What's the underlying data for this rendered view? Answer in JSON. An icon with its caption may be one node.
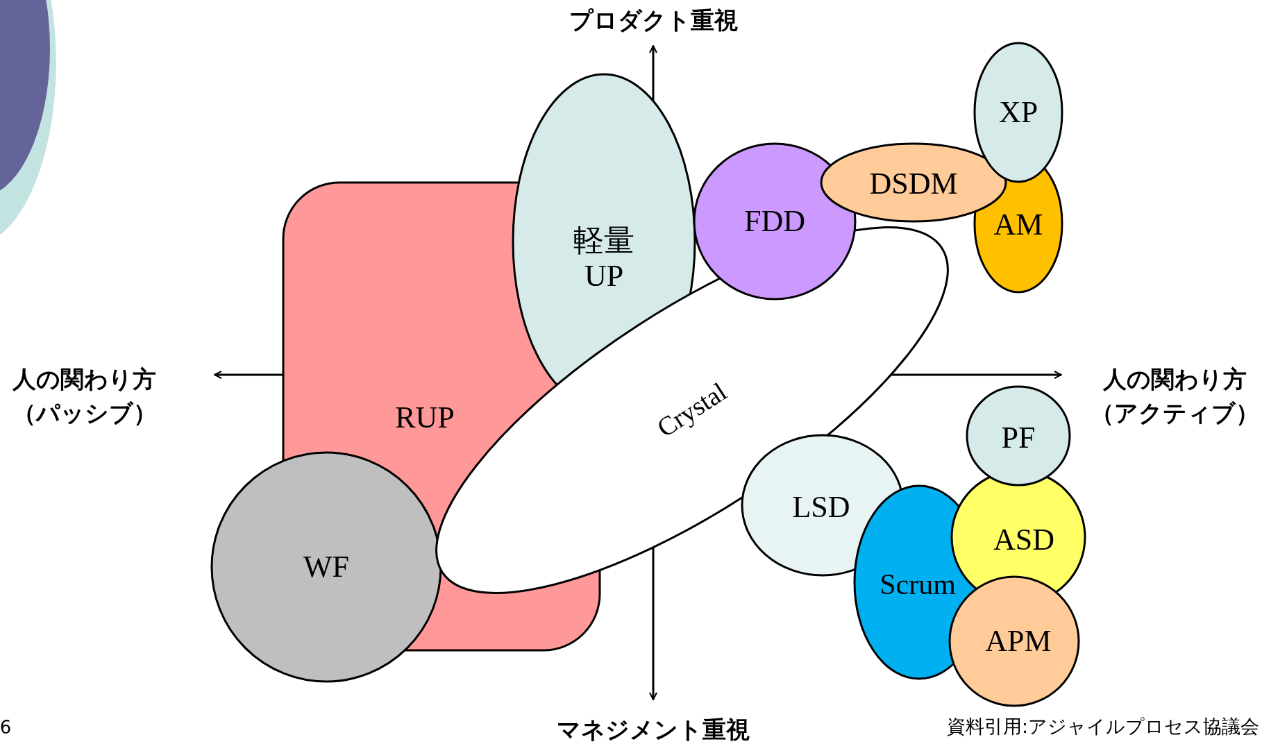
{
  "diagram": {
    "nodes": [
      {
        "text": [
          "RUP"
        ]
      },
      {
        "text": [
          "軽量UP"
        ]
      },
      {
        "text": [
          "WF"
        ]
      },
      {
        "text": [
          "Crystal"
        ]
      },
      {
        "text": [
          "FDD"
        ]
      },
      {
        "text": [
          "AM"
        ]
      },
      {
        "text": [
          "DSDM"
        ]
      },
      {
        "text": [
          "XP"
        ]
      },
      {
        "text": [
          "LSD"
        ]
      },
      {
        "text": [
          "Scrum"
        ]
      },
      {
        "text": [
          "ASD"
        ]
      },
      {
        "text": [
          "PF"
        ]
      },
      {
        "text": [
          "APM"
        ]
      }
    ],
    "edges": [],
    "labels": [
      "プロダクト重視",
      "人の関わり方（パッシブ）",
      "人の関わり方（アクティブ）",
      "マネジメント重視",
      "6",
      "資料引用:アジャイルプロセス協議会"
    ]
  }
}
